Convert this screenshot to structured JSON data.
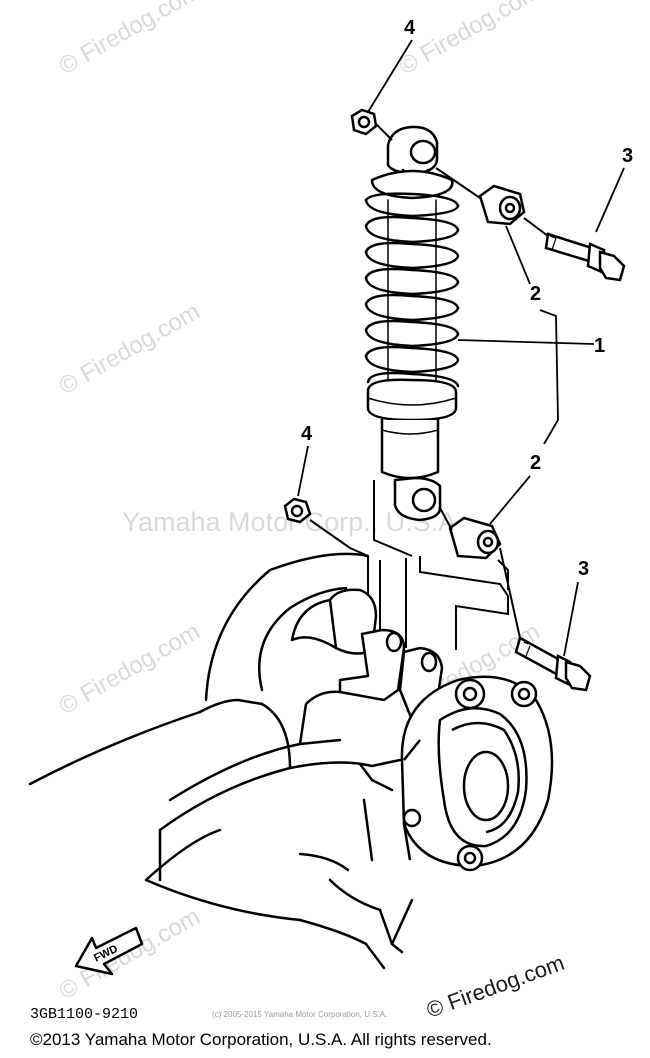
{
  "watermarks": {
    "firedog": "© Firedog.com",
    "yamaha": "Yamaha Motor Corp., U.S.A.",
    "firedog_dark": "© Firedog.com",
    "small_copyright": "(c) 2005-2015 Yamaha Motor Corporation, U.S.A."
  },
  "callouts": {
    "shock_absorber": "1",
    "bushing_top": "2",
    "bushing_bottom": "2",
    "bolt_top": "3",
    "bolt_bottom": "3",
    "nut_top": "4",
    "nut_bottom": "4"
  },
  "direction_arrow": "FWD",
  "diagram_code": "3GB1100-9210",
  "footer": "©2013 Yamaha Motor Corporation, U.S.A. All rights reserved."
}
